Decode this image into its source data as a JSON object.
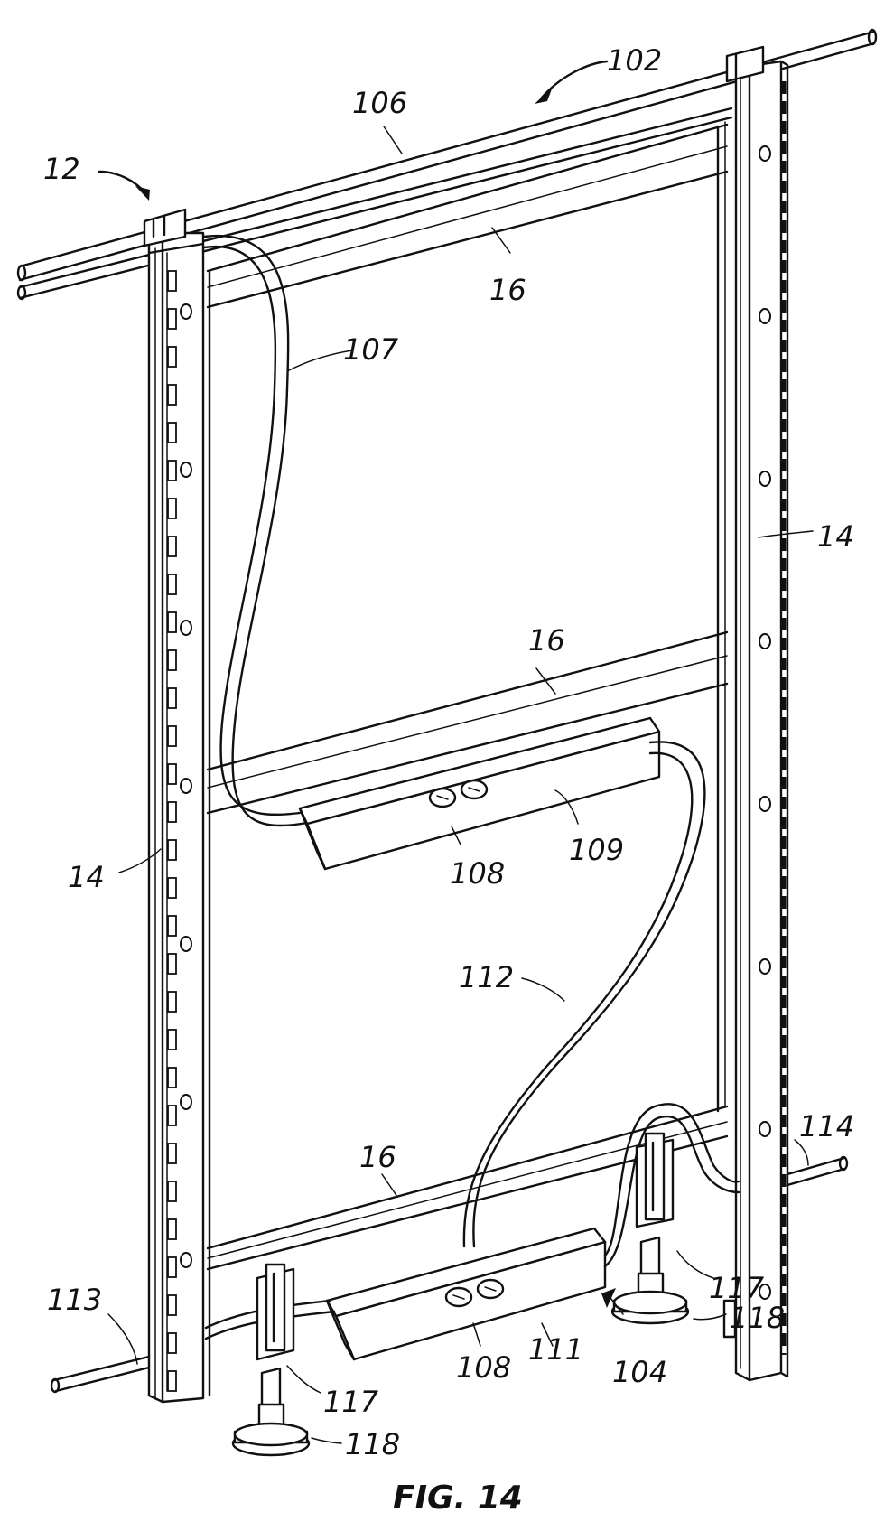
{
  "labels": {
    "l102": "102",
    "l106": "106",
    "l12": "12",
    "l16_top": "16",
    "l107": "107",
    "l14_right": "14",
    "l16_mid": "16",
    "l14_left": "14",
    "l109": "109",
    "l108_upper": "108",
    "l112": "112",
    "l114": "114",
    "l16_bottom": "16",
    "l117_right": "117",
    "l118_right": "118",
    "l113": "113",
    "l108_lower": "108",
    "l111": "111",
    "l104": "104",
    "l117_left": "117",
    "l118_left": "118"
  },
  "caption": "FIG. 14",
  "colors": {
    "ink": "#111111",
    "background": "#ffffff"
  }
}
